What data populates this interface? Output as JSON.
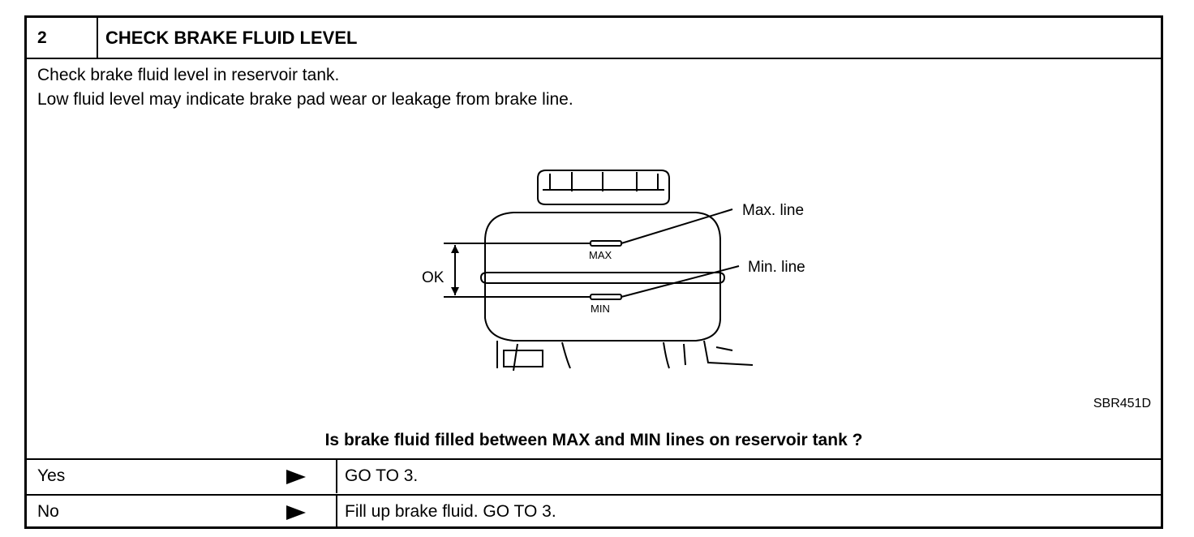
{
  "step": {
    "number": "2",
    "title": "CHECK BRAKE FLUID LEVEL"
  },
  "instructions": [
    "Check brake fluid level in reservoir tank.",
    "Low fluid level may indicate brake pad wear or leakage from brake line."
  ],
  "figure": {
    "max_line_label": "Max. line",
    "min_line_label": "Min. line",
    "max_mark": "MAX",
    "min_mark": "MIN",
    "ok_label": "OK",
    "code": "SBR451D"
  },
  "question": "Is brake fluid filled between MAX and MIN lines on reservoir tank ?",
  "answers": [
    {
      "label": "Yes",
      "action": "GO TO 3."
    },
    {
      "label": "No",
      "action": "Fill up brake fluid. GO TO 3."
    }
  ]
}
